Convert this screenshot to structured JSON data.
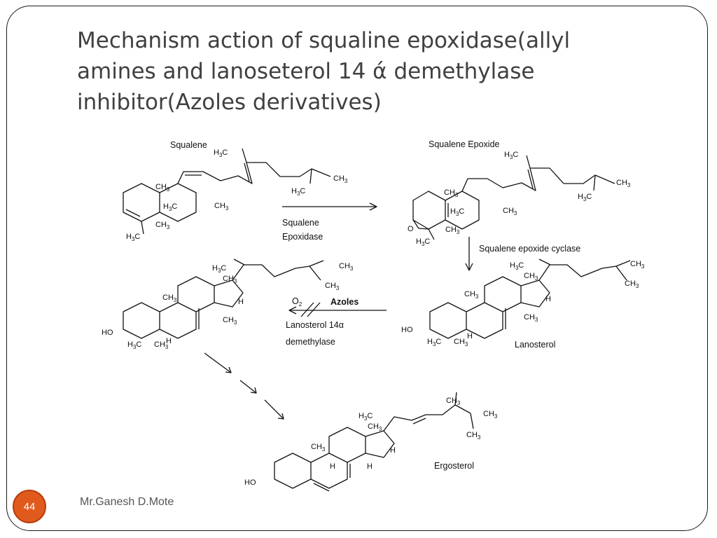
{
  "slide": {
    "title_lines": [
      "Mechanism action of squaline epoxidase(allyl",
      "amines and lanoseterol 14 ά demethylase",
      "inhibitor(Azoles derivatives)"
    ],
    "slide_number": "44",
    "author": "Mr.Ganesh D.Mote"
  },
  "scheme": {
    "compounds": {
      "squalene": "Squalene",
      "squalene_epoxide": "Squalene Epoxide",
      "lanosterol": "Lanosterol",
      "ergosterol": "Ergosterol"
    },
    "enzymes": {
      "e1_line1": "Squalene",
      "e1_line2": "Epoxidase",
      "e2": "Squalene epoxide cyclase",
      "e3_line1": "Lanosterol 14α",
      "e3_line2": "demethylase"
    },
    "reagents": {
      "oxygen": "O",
      "oxygen_sub": "2",
      "inhibitor": "Azoles"
    },
    "atoms": {
      "ch3": "CH",
      "h3c": "H",
      "c": "C",
      "sub3": "3",
      "h": "H",
      "ho": "HO",
      "o": "O"
    }
  },
  "colors": {
    "badge": "#e05a1e",
    "title": "#404040",
    "ink": "#111111"
  }
}
